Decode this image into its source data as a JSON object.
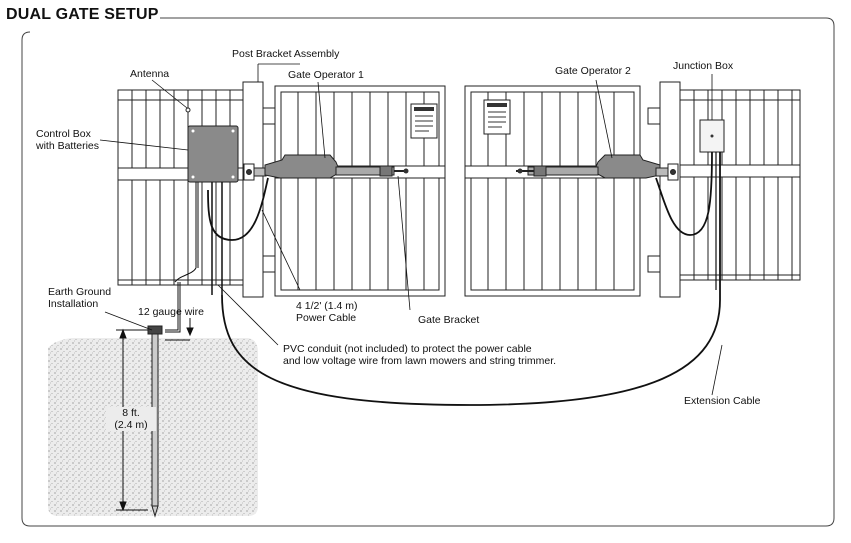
{
  "title": "DUAL GATE SETUP",
  "labels": {
    "post_bracket_assembly": "Post Bracket Assembly",
    "antenna": "Antenna",
    "gate_operator_1": "Gate Operator 1",
    "gate_operator_2": "Gate Operator 2",
    "junction_box": "Junction Box",
    "control_box_line1": "Control Box",
    "control_box_line2": "with Batteries",
    "earth_ground_line1": "Earth Ground",
    "earth_ground_line2": "Installation",
    "gauge_wire": "12 gauge wire",
    "power_cable_line1": "4 1/2' (1.4 m)",
    "power_cable_line2": "Power Cable",
    "gate_bracket": "Gate Bracket",
    "pvc_line1": "PVC conduit (not included) to protect the power cable",
    "pvc_line2": "and low voltage wire from lawn mowers and string trimmer.",
    "extension_cable": "Extension Cable",
    "depth_ft": "8 ft.",
    "depth_m": "(2.4 m)"
  },
  "colors": {
    "ink": "#111111",
    "device_fill": "#8a8a8a",
    "ground_fill": "#e4e4e4"
  },
  "icons": {
    "sign": "warning-sign-icon",
    "arrow": "arrow-down-icon"
  }
}
